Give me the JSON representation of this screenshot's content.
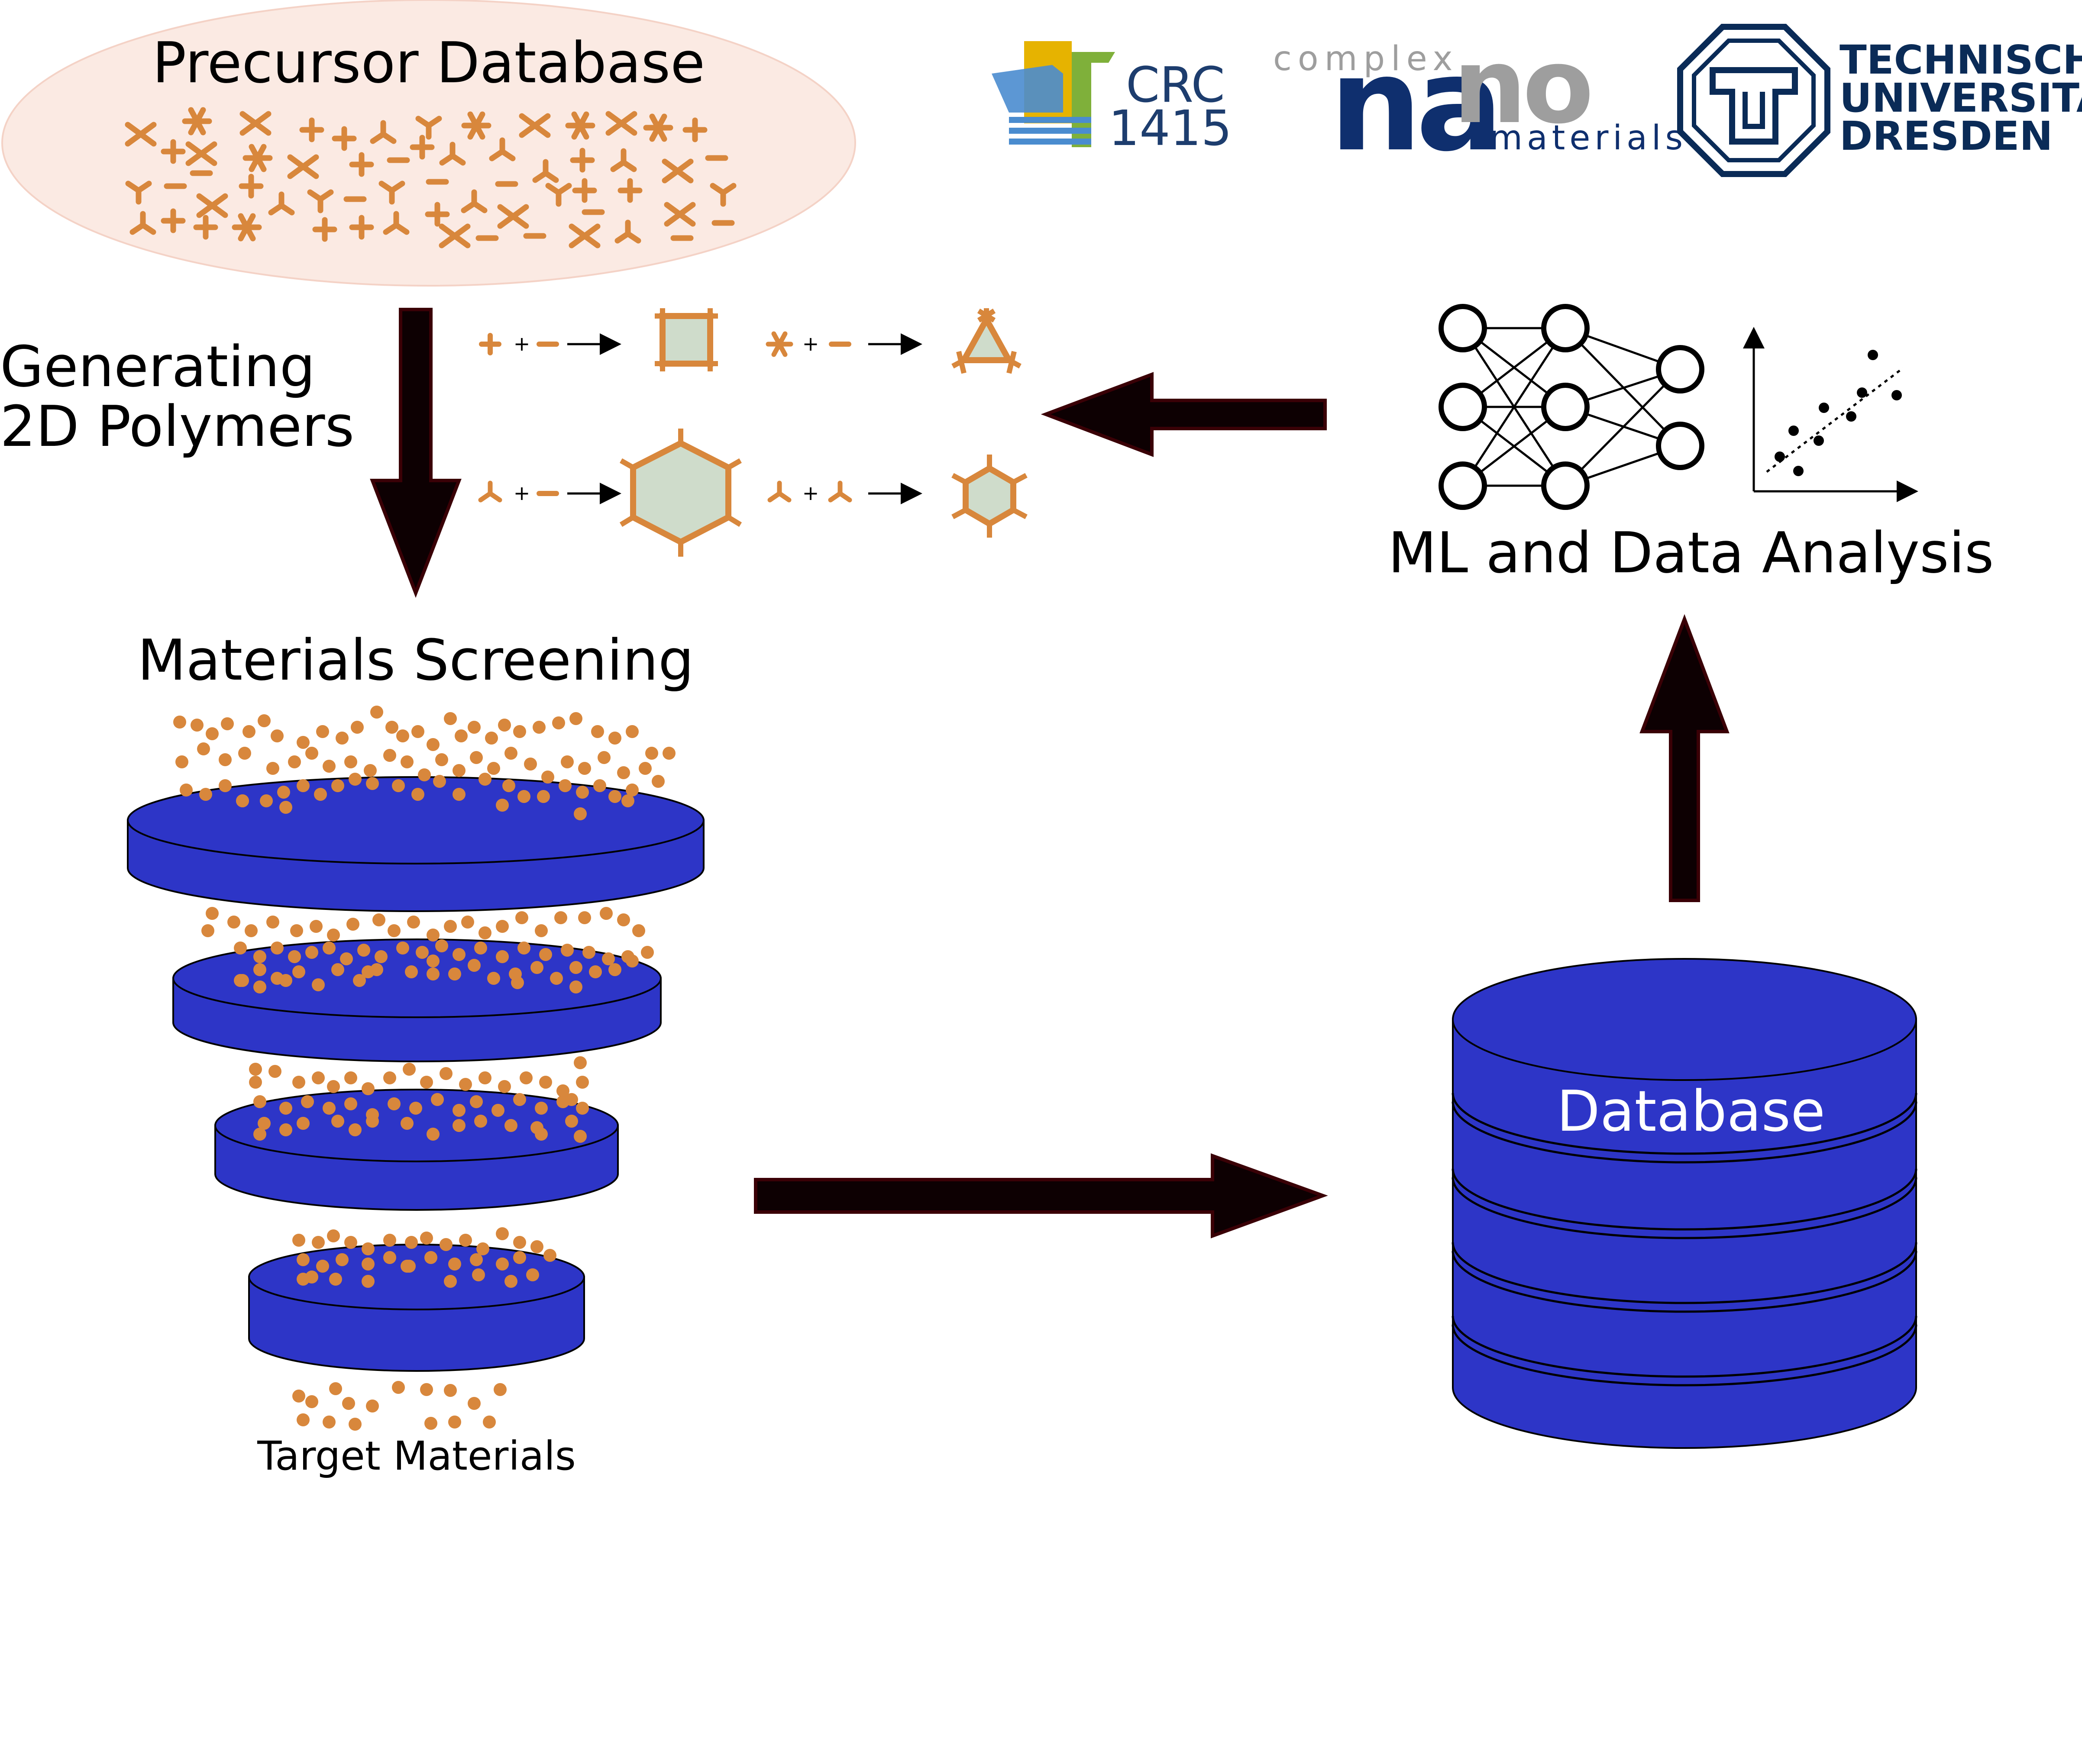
{
  "labels": {
    "precursor_database": "Precursor Database",
    "generating_line1": "Generating",
    "generating_line2": "2D Polymers",
    "materials_screening": "Materials Screening",
    "target_materials": "Target Materials",
    "ml_data_analysis": "ML and Data Analysis",
    "database": "Database"
  },
  "logos": {
    "crc_line1": "CRC",
    "crc_line2": "1415",
    "complex": "complex",
    "nano_na": "na",
    "nano_no": "no",
    "materials": "materials",
    "tu_line1": "TECHNISCHE",
    "tu_line2": "UNIVERSITÄT",
    "tu_line3": "DRESDEN"
  },
  "reaction_symbols": {
    "plus": "+"
  },
  "colors": {
    "disk_blue": "#2d35c7",
    "particle_orange": "#d8873c",
    "polymer_fill": "#cfdccb",
    "precursor_bg": "#fbeae3",
    "arrow_fill": "#0d0002",
    "arrow_stroke": "#3a0006",
    "crc_yellow": "#e6b300",
    "crc_green": "#7fb03a",
    "crc_blue": "#4a8ccf",
    "crc_navy": "#1d3d6e",
    "nano_navy": "#0f2f6e",
    "nano_gray": "#9e9e9e",
    "tu_navy": "#0a2b57"
  }
}
